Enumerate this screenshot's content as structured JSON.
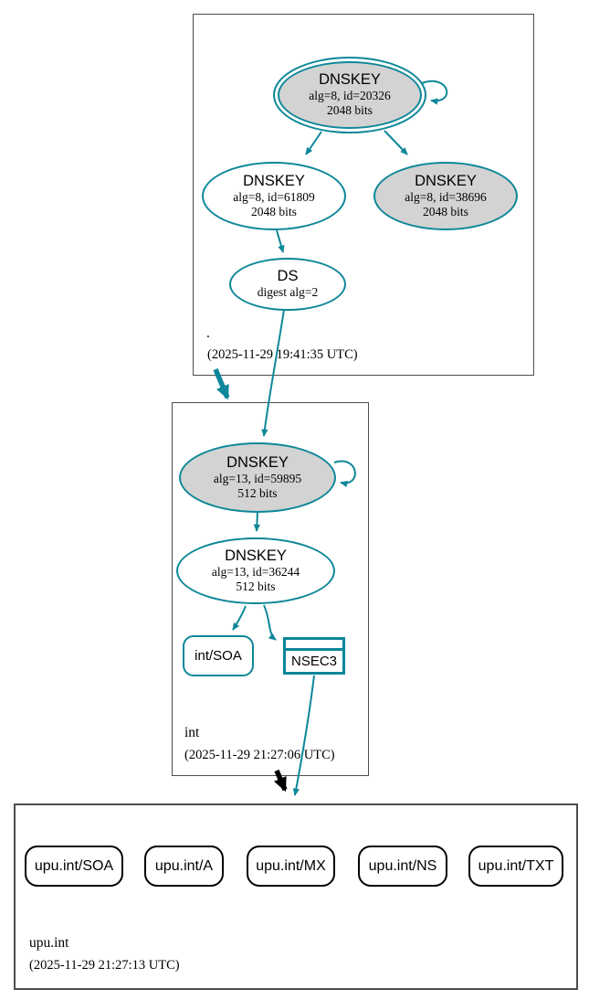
{
  "colors": {
    "secure_teal": "#0d8799",
    "ksk_fill": "#d3d3d3",
    "node_fill": "#ffffff",
    "zone_border": "#4d4d4d",
    "rrset_border": "#000000"
  },
  "zones": {
    "root": {
      "name": ".",
      "timestamp": "(2025-11-29 19:41:35 UTC)",
      "nodes": {
        "ksk": {
          "title": "DNSKEY",
          "detail1": "alg=8, id=20326",
          "detail2": "2048 bits"
        },
        "zsk": {
          "title": "DNSKEY",
          "detail1": "alg=8, id=61809",
          "detail2": "2048 bits"
        },
        "zsk2": {
          "title": "DNSKEY",
          "detail1": "alg=8, id=38696",
          "detail2": "2048 bits"
        },
        "ds": {
          "title": "DS",
          "detail1": "digest alg=2"
        }
      }
    },
    "int": {
      "name": "int",
      "timestamp": "(2025-11-29 21:27:06 UTC)",
      "nodes": {
        "ksk": {
          "title": "DNSKEY",
          "detail1": "alg=13, id=59895",
          "detail2": "512 bits"
        },
        "zsk": {
          "title": "DNSKEY",
          "detail1": "alg=13, id=36244",
          "detail2": "512 bits"
        },
        "soa": {
          "label": "int/SOA"
        },
        "nsec3": {
          "label": "NSEC3"
        }
      }
    },
    "upu_int": {
      "name": "upu.int",
      "timestamp": "(2025-11-29 21:27:13 UTC)",
      "rrsets": [
        {
          "label": "upu.int/SOA"
        },
        {
          "label": "upu.int/A"
        },
        {
          "label": "upu.int/MX"
        },
        {
          "label": "upu.int/NS"
        },
        {
          "label": "upu.int/TXT"
        }
      ]
    }
  }
}
